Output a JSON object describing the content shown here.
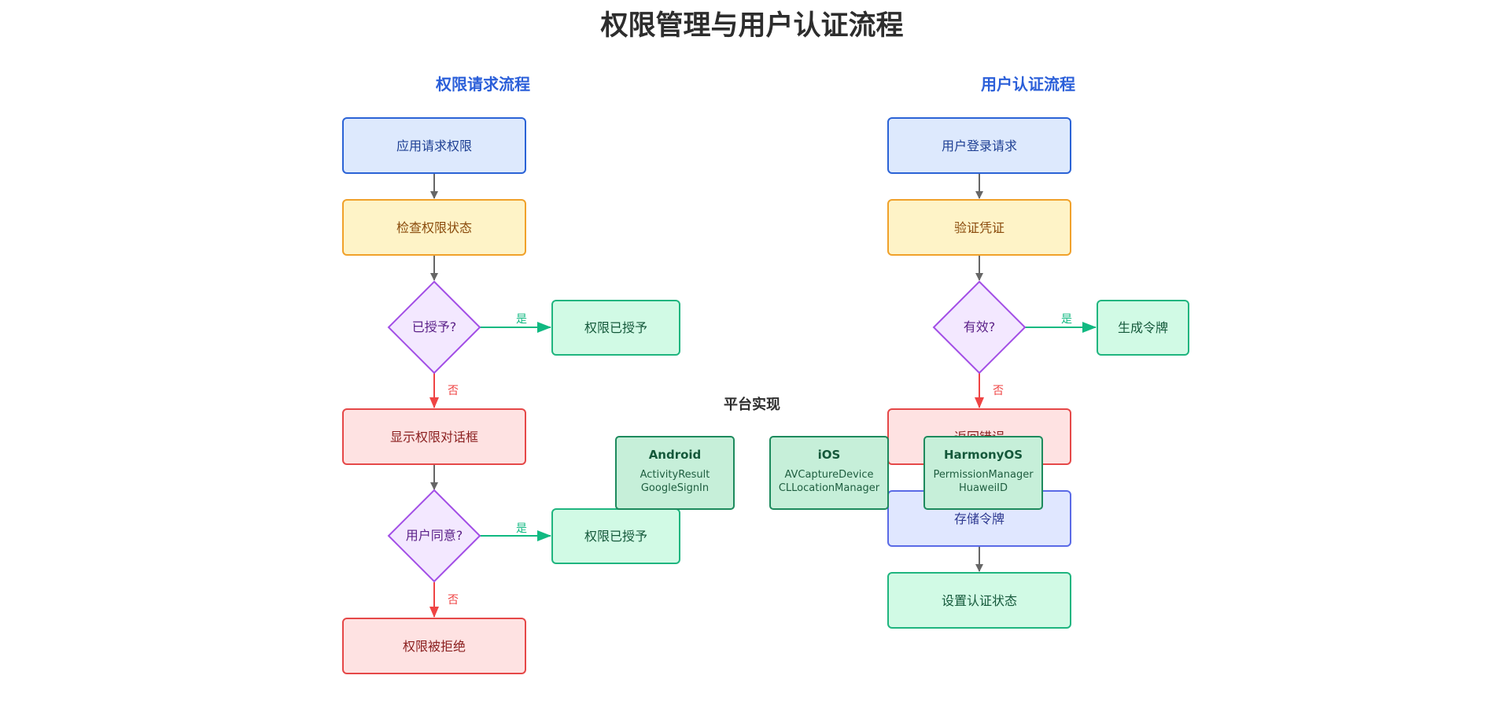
{
  "title": "权限管理与用户认证流程",
  "sections": {
    "permission": "权限请求流程",
    "auth": "用户认证流程"
  },
  "permission_flow": {
    "request": "应用请求权限",
    "check": "检查权限状态",
    "granted_q": "已授予?",
    "granted": "权限已授予",
    "show_dialog": "显示权限对话框",
    "consent_q": "用户同意?",
    "granted2": "权限已授予",
    "denied": "权限被拒绝"
  },
  "auth_flow": {
    "login": "用户登录请求",
    "verify": "验证凭证",
    "valid_q": "有效?",
    "token": "生成令牌",
    "error": "返回错误",
    "store": "存储令牌",
    "set_state": "设置认证状态"
  },
  "edge_labels": {
    "yes": "是",
    "no": "否"
  },
  "platforms": {
    "title": "平台实现",
    "android": {
      "name": "Android",
      "apis": [
        "ActivityResult",
        "GoogleSignIn"
      ]
    },
    "ios": {
      "name": "iOS",
      "apis": [
        "AVCaptureDevice",
        "CLLocationManager"
      ]
    },
    "harmony": {
      "name": "HarmonyOS",
      "apis": [
        "PermissionManager",
        "HuaweiID"
      ]
    }
  },
  "colors": {
    "blue_fill": "#dde9fd",
    "blue_stroke": "#2b63d6",
    "blue_text": "#1e3f93",
    "yellow_fill": "#fef3c7",
    "yellow_stroke": "#f0a12a",
    "yellow_text": "#8a4b0c",
    "purple_fill": "#f3e8ff",
    "purple_stroke": "#a24ee6",
    "purple_text": "#5b2188",
    "green_fill": "#d1fae5",
    "green_stroke": "#1fb57f",
    "green_text": "#14583a",
    "red_fill": "#fee2e2",
    "red_stroke": "#e54848",
    "red_text": "#8a1f1f",
    "indigo_fill": "#e0e7ff",
    "indigo_stroke": "#5a6ae6",
    "indigo_text": "#2e3990",
    "card_fill": "#c6efd9",
    "card_stroke": "#1d8a5d",
    "gray_arrow": "#666666",
    "green_arrow": "#10b981",
    "red_arrow": "#ef4444"
  }
}
